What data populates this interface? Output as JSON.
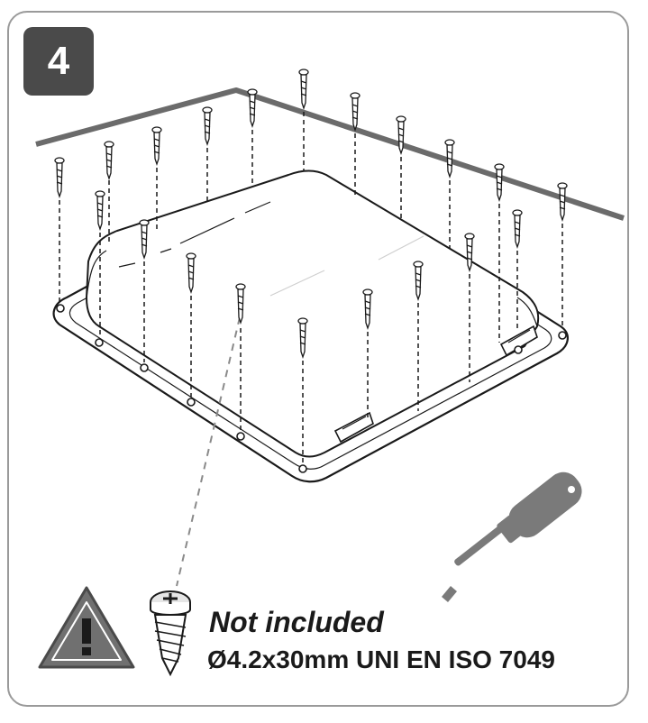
{
  "step": {
    "number": "4"
  },
  "note": {
    "title": "Not included",
    "spec": "Ø4.2x30mm UNI EN ISO 7049"
  },
  "icons": {
    "warning": "warning-triangle-icon",
    "screw": "self-tapping-screw-icon",
    "screwdriver": "phillips-screwdriver-icon"
  },
  "colors": {
    "badge": "#4a4a4a",
    "roof_line": "#6b6b6b",
    "warning_fill": "#707070",
    "screwdriver": "#7a7a7a",
    "frame": "#9a9a9a"
  }
}
